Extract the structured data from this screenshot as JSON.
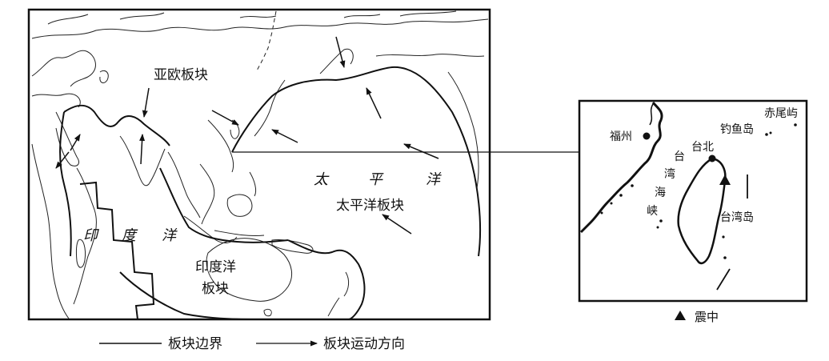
{
  "main_map": {
    "plates": {
      "eurasian": "亚欧板块",
      "pacific": "太平洋板块",
      "indian_line1": "印度洋",
      "indian_line2": "板块"
    },
    "oceans": {
      "pacific": [
        "太",
        "平",
        "洋"
      ],
      "indian": [
        "印",
        "度",
        "洋"
      ]
    }
  },
  "inset_map": {
    "places": {
      "fuzhou": "福州",
      "taipei": "台北",
      "diaoyu": "钓鱼岛",
      "chiwei": "赤尾屿",
      "taiwan_island": "台湾岛"
    },
    "strait_chars": [
      "台",
      "湾",
      "海",
      "峡"
    ]
  },
  "legend": {
    "boundary": "板块边界",
    "motion": "板块运动方向",
    "epicenter": "震中"
  },
  "colors": {
    "ink": "#111111",
    "background": "#ffffff"
  }
}
